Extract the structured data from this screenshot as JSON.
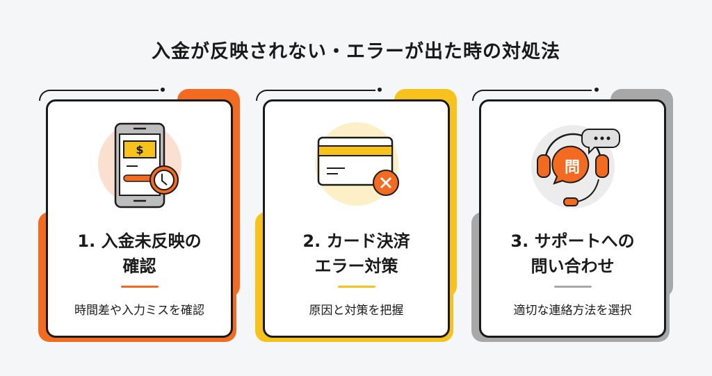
{
  "title": "入金が反映されない・エラーが出た時の対処法",
  "colors": {
    "orange": "#f26b21",
    "yellow": "#f8c21c",
    "gray": "#a8a8a8",
    "background": "#f4f6f8"
  },
  "cards": [
    {
      "heading_line1": "1. 入金未反映の",
      "heading_line2": "確認",
      "description": "時間差や入力ミスを確認",
      "icon": "phone-money-clock-icon"
    },
    {
      "heading_line1": "2. カード決済",
      "heading_line2": "エラー対策",
      "description": "原因と対策を把握",
      "icon": "credit-card-error-icon"
    },
    {
      "heading_line1": "3. サポートへの",
      "heading_line2": "問い合わせ",
      "description": "適切な連絡方法を選択",
      "icon": "support-headset-icon",
      "icon_text": "問"
    }
  ]
}
